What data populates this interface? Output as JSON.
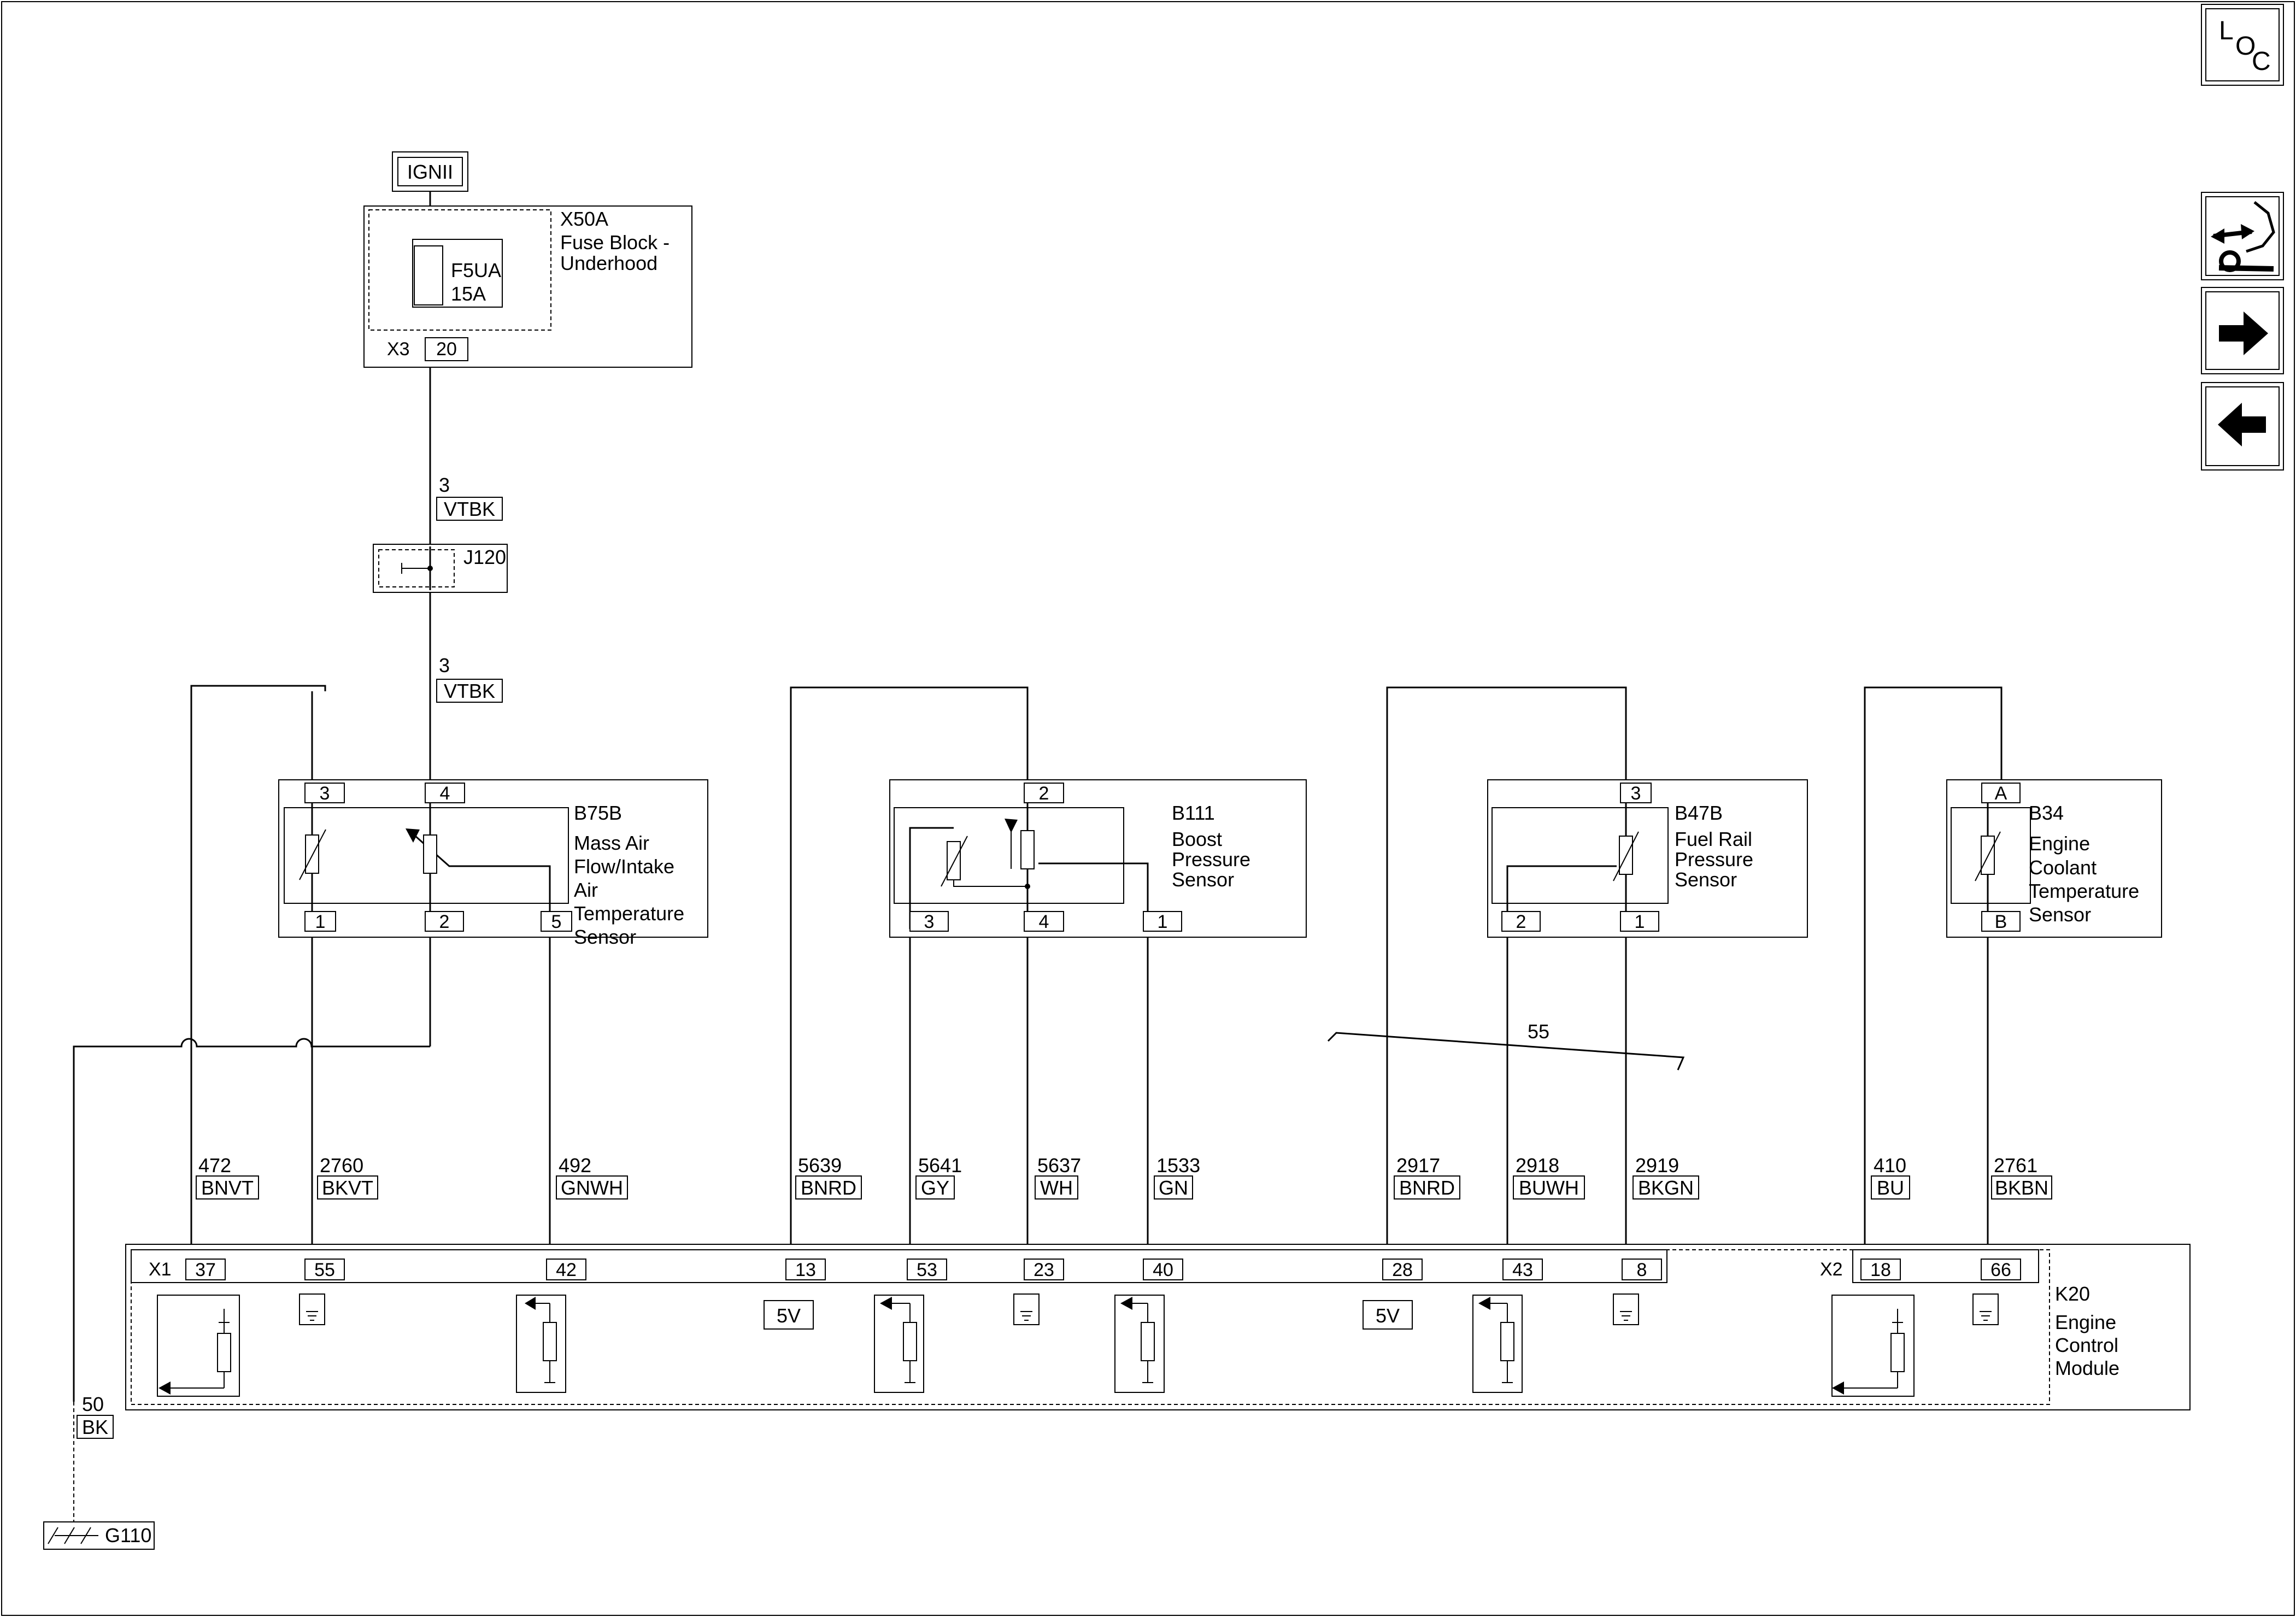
{
  "nav": {
    "loc_letters": [
      "L",
      "O",
      "C"
    ]
  },
  "power": {
    "label": "IGNII"
  },
  "fuse_block": {
    "id": "X50A",
    "name_line1": "Fuse Block -",
    "name_line2": "Underhood",
    "fuse_id": "F5UA",
    "fuse_rating": "15A",
    "connector": "X3",
    "pin": "20"
  },
  "wire_supply_1": {
    "circuit": "3",
    "color": "VTBK"
  },
  "splice": {
    "id": "J120"
  },
  "wire_supply_2": {
    "circuit": "3",
    "color": "VTBK"
  },
  "sensors": {
    "b75b": {
      "id": "B75B",
      "name": [
        "Mass Air",
        "Flow/Intake",
        "Air",
        "Temperature",
        "Sensor"
      ],
      "pins_top": [
        "3",
        "4"
      ],
      "pins_bottom": [
        "1",
        "2",
        "5"
      ]
    },
    "b111": {
      "id": "B111",
      "name": [
        "Boost",
        "Pressure",
        "Sensor"
      ],
      "pins_top": [
        "2"
      ],
      "pins_bottom": [
        "3",
        "4",
        "1"
      ]
    },
    "b47b": {
      "id": "B47B",
      "name": [
        "Fuel Rail",
        "Pressure",
        "Sensor"
      ],
      "pins_top": [
        "3"
      ],
      "pins_bottom": [
        "2",
        "1"
      ]
    },
    "b34": {
      "id": "B34",
      "name": [
        "Engine",
        "Coolant",
        "Temperature",
        "Sensor"
      ],
      "pins_top": [
        "A"
      ],
      "pins_bottom": [
        "B"
      ]
    }
  },
  "shared_label": "55",
  "wires": [
    {
      "circuit": "472",
      "color": "BNVT"
    },
    {
      "circuit": "2760",
      "color": "BKVT"
    },
    {
      "circuit": "492",
      "color": "GNWH"
    },
    {
      "circuit": "5639",
      "color": "BNRD"
    },
    {
      "circuit": "5641",
      "color": "GY"
    },
    {
      "circuit": "5637",
      "color": "WH"
    },
    {
      "circuit": "1533",
      "color": "GN"
    },
    {
      "circuit": "2917",
      "color": "BNRD"
    },
    {
      "circuit": "2918",
      "color": "BUWH"
    },
    {
      "circuit": "2919",
      "color": "BKGN"
    },
    {
      "circuit": "410",
      "color": "BU"
    },
    {
      "circuit": "2761",
      "color": "BKBN"
    }
  ],
  "ecm": {
    "id": "K20",
    "name": [
      "Engine",
      "Control",
      "Module"
    ],
    "connector_x1": "X1",
    "connector_x2": "X2",
    "pins": [
      "37",
      "55",
      "42",
      "13",
      "53",
      "23",
      "40",
      "28",
      "43",
      "8",
      "18",
      "66"
    ],
    "reference_left": "5V",
    "reference_right": "5V"
  },
  "ground_wire": {
    "circuit": "50",
    "color": "BK"
  },
  "ground": {
    "id": "G110"
  }
}
